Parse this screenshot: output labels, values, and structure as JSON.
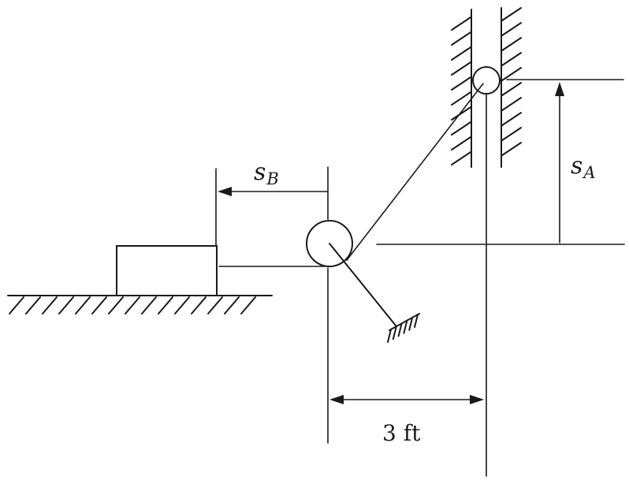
{
  "labels": {
    "sb": {
      "symbol": "s",
      "subscript": "B"
    },
    "sa": {
      "symbol": "s",
      "subscript": "A"
    },
    "distance": "3 ft"
  },
  "colors": {
    "ink": "#1a1a1a",
    "background": "#ffffff"
  }
}
